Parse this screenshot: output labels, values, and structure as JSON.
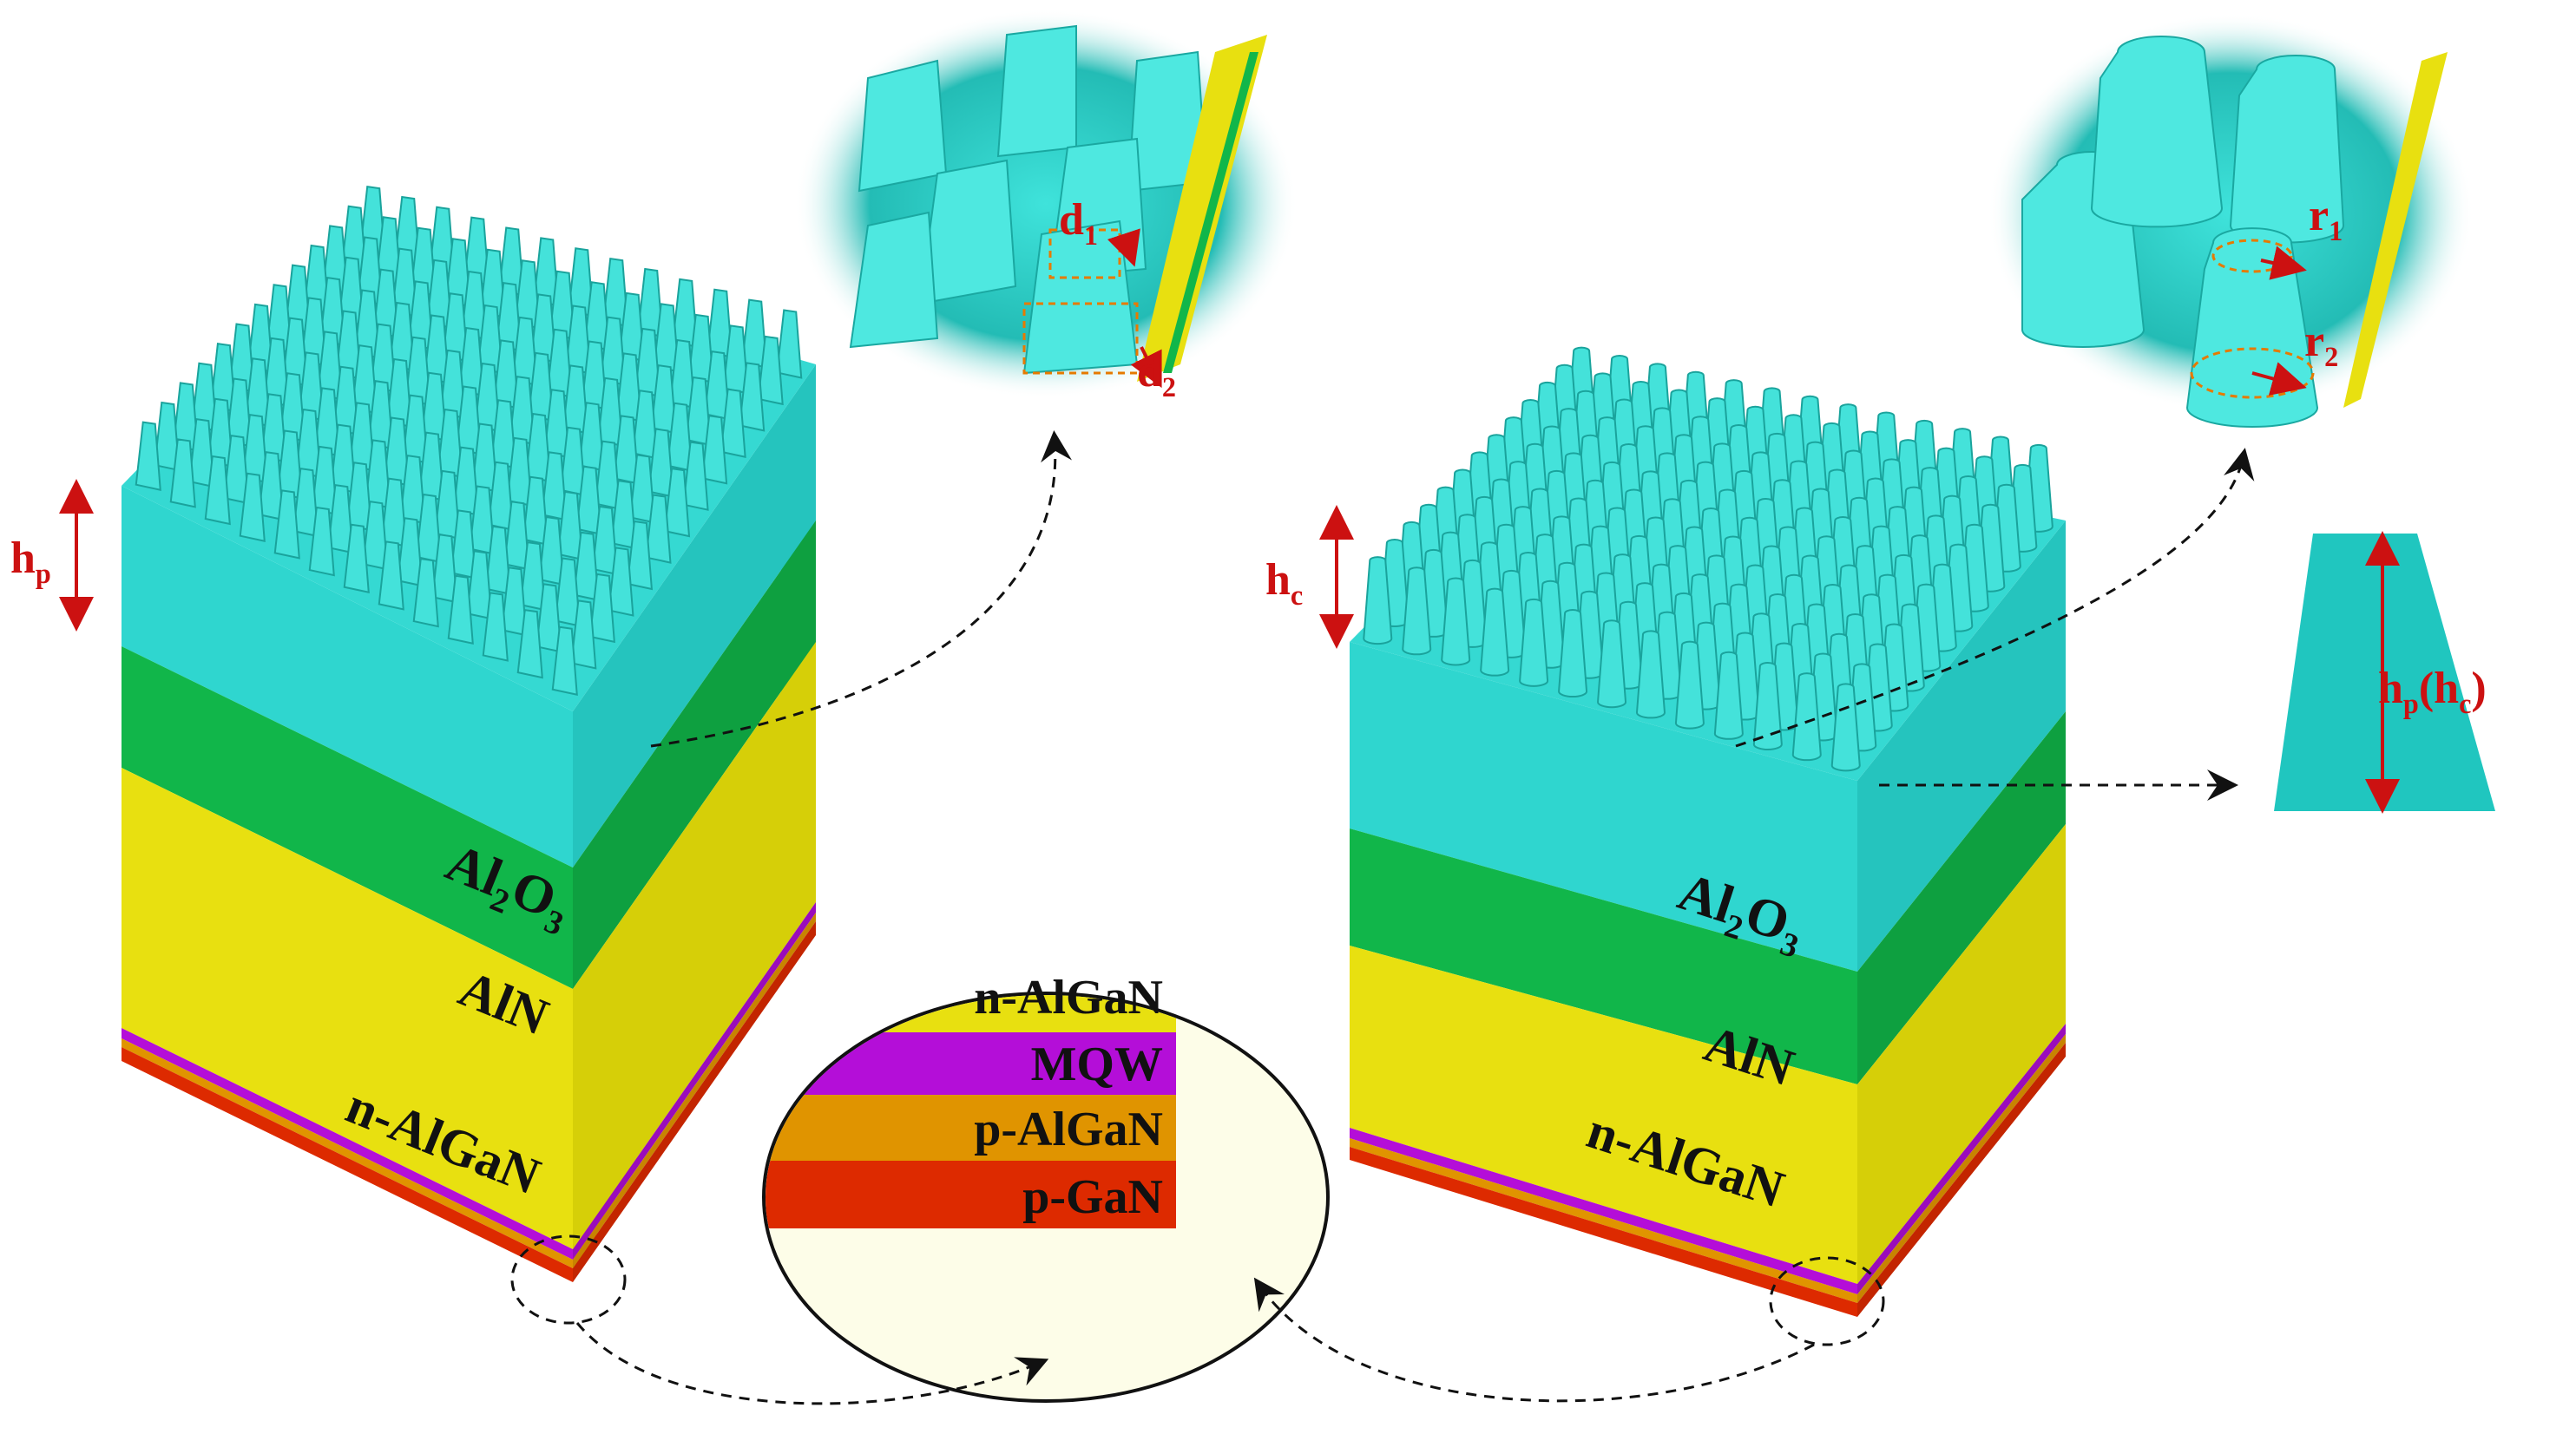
{
  "left_stack": {
    "layers": {
      "al2o3": {
        "base": "Al",
        "sub1": "2",
        "mid": "O",
        "sub2": "3"
      },
      "aln": "AlN",
      "nalgan": "n-AlGaN"
    },
    "height_label": {
      "base": "h",
      "sub": "p"
    }
  },
  "right_stack": {
    "layers": {
      "al2o3": {
        "base": "Al",
        "sub1": "2",
        "mid": "O",
        "sub2": "3"
      },
      "aln": "AlN",
      "nalgan": "n-AlGaN"
    },
    "height_label": {
      "base": "h",
      "sub": "c"
    }
  },
  "zoom_pyramid": {
    "d1": {
      "base": "d",
      "sub": "1"
    },
    "d2": {
      "base": "d",
      "sub": "2"
    }
  },
  "zoom_cone": {
    "r1": {
      "base": "r",
      "sub": "1"
    },
    "r2": {
      "base": "r",
      "sub": "2"
    }
  },
  "profile": {
    "label": {
      "base": "h",
      "sub1": "p",
      "mid": "(h",
      "sub2": "c",
      "tail": ")"
    }
  },
  "inset": {
    "layers": [
      "n-AlGaN",
      "MQW",
      "p-AlGaN",
      "p-GaN"
    ]
  },
  "colors": {
    "sapphire": "#2fd6cf",
    "aln": "#11b64a",
    "n_algan": "#e8e010",
    "mqw": "#b40ed8",
    "p_algan": "#e09400",
    "p_gan": "#dd2a00",
    "annotation": "#cc1111"
  }
}
